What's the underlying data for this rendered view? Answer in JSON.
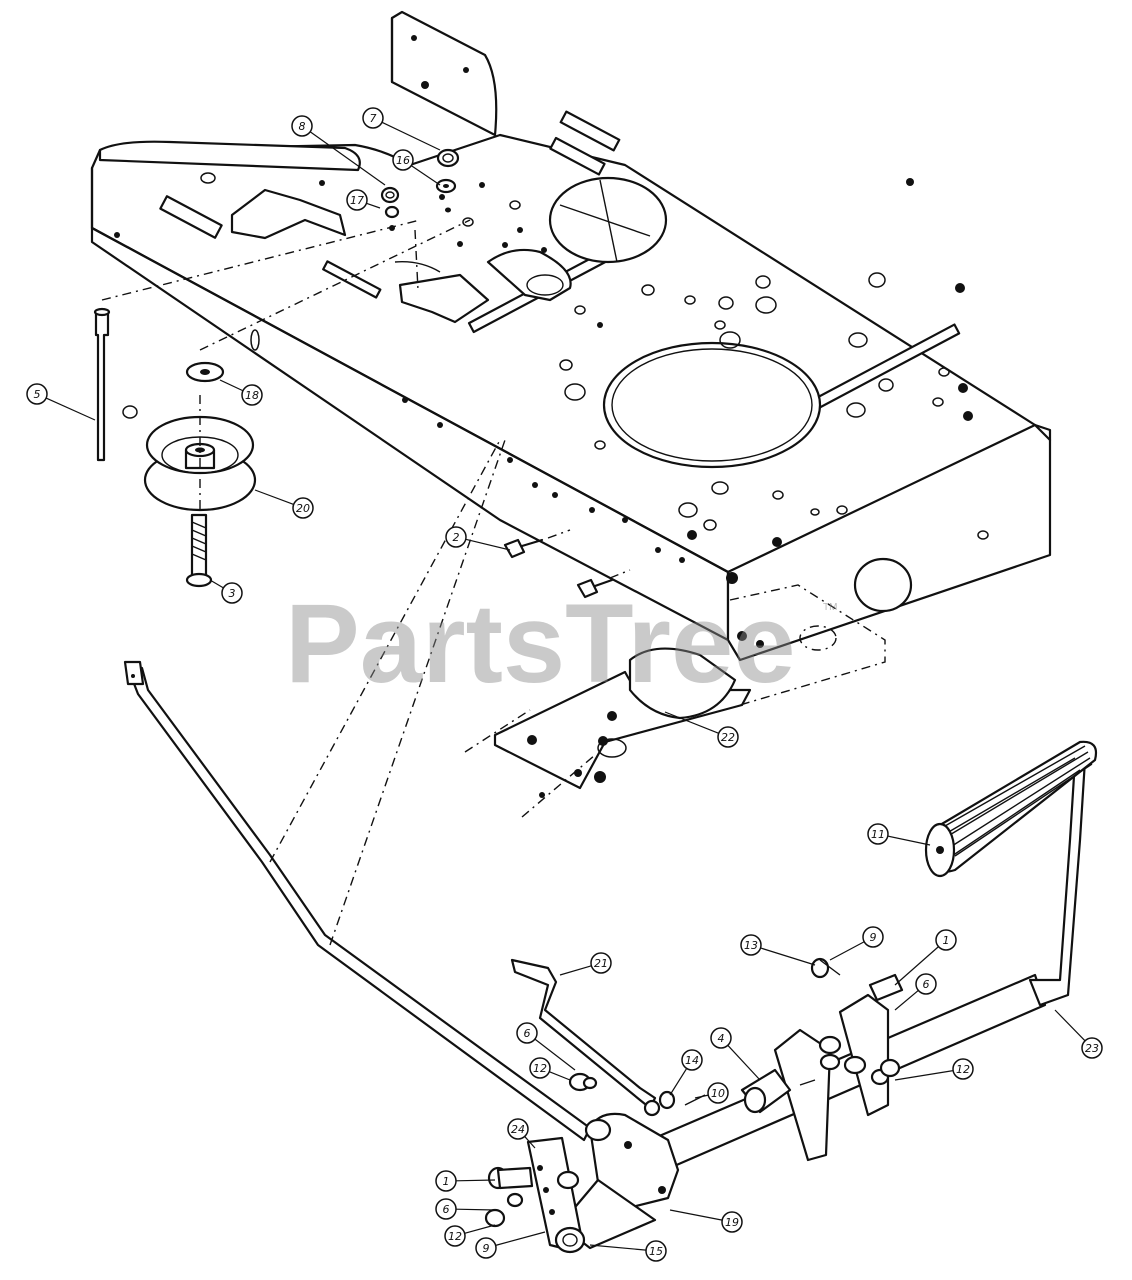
{
  "watermark": {
    "text": "PartsTree",
    "trademark": "TM"
  },
  "callouts": [
    {
      "label": "8"
    },
    {
      "label": "7"
    },
    {
      "label": "16"
    },
    {
      "label": "17"
    },
    {
      "label": "5"
    },
    {
      "label": "18"
    },
    {
      "label": "20"
    },
    {
      "label": "3"
    },
    {
      "label": "2"
    },
    {
      "label": "22"
    },
    {
      "label": "11"
    },
    {
      "label": "13"
    },
    {
      "label": "9"
    },
    {
      "label": "1"
    },
    {
      "label": "21"
    },
    {
      "label": "6"
    },
    {
      "label": "4"
    },
    {
      "label": "23"
    },
    {
      "label": "6"
    },
    {
      "label": "12"
    },
    {
      "label": "14"
    },
    {
      "label": "10"
    },
    {
      "label": "12"
    },
    {
      "label": "24"
    },
    {
      "label": "1"
    },
    {
      "label": "6"
    },
    {
      "label": "12"
    },
    {
      "label": "9"
    },
    {
      "label": "15"
    },
    {
      "label": "19"
    }
  ]
}
